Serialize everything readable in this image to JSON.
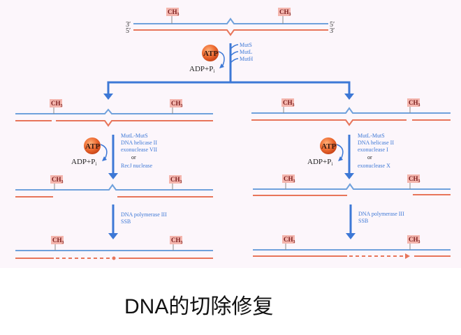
{
  "caption": "DNA的切除修复",
  "methyl_label": "CH",
  "methyl_subscript": "3",
  "strand_ends": {
    "top_left": "3′",
    "bottom_left": "5′",
    "top_right": "5′",
    "bottom_right": "3′"
  },
  "step1": {
    "energy_in": "ATP",
    "energy_out": "ADP+P",
    "energy_out_sub": "i",
    "enzymes": [
      "MutS",
      "MutL",
      "MutH"
    ]
  },
  "left_branch": {
    "excision": {
      "energy_in": "ATP",
      "energy_out": "ADP+P",
      "energy_out_sub": "i",
      "enzymes": [
        "MutL-MutS",
        "DNA helicase II",
        "exonuclease VII",
        "or",
        "RecJ nuclease"
      ]
    },
    "synthesis": {
      "enzymes": [
        "DNA polymerase III",
        "SSB"
      ]
    }
  },
  "right_branch": {
    "excision": {
      "energy_in": "ATP",
      "energy_out": "ADP+P",
      "energy_out_sub": "i",
      "enzymes": [
        "MutL-MutS",
        "DNA helicase II",
        "exonuclease I",
        "or",
        "exonuclease X"
      ]
    },
    "synthesis": {
      "enzymes": [
        "DNA polymerase III",
        "SSB"
      ]
    }
  },
  "colors": {
    "template_strand": "#6fa1dc",
    "new_strand": "#e8755a",
    "arrow": "#3d78d6",
    "methyl_tag": "#f4b6ae",
    "atp": "#e8622e",
    "panel_background": "#fcf6fb"
  }
}
